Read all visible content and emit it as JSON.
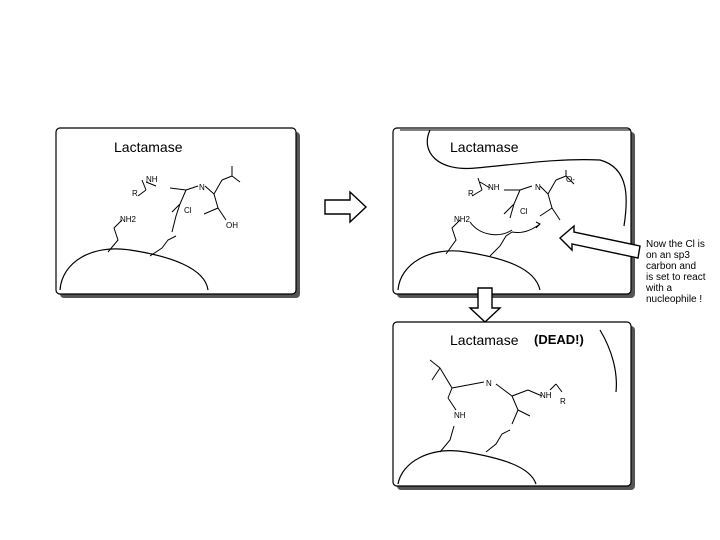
{
  "panels": {
    "top_left": {
      "title": "Lactamase",
      "atoms": {
        "r": "R",
        "nh": "NH",
        "n": "N",
        "nh2": "NH2",
        "cl": "Cl",
        "oh": "OH"
      }
    },
    "top_right": {
      "title": "Lactamase",
      "atoms": {
        "r": "R",
        "nh": "NH",
        "n": "N",
        "nh2": "NH2",
        "cl": "Cl",
        "o_minus": "O-"
      }
    },
    "bottom": {
      "title": "Lactamase",
      "status": "(DEAD!)",
      "atoms": {
        "r": "R",
        "nh": "NH",
        "n": "N",
        "nh_ring": "NH"
      }
    }
  },
  "annotation": {
    "lines": [
      "Now the Cl is",
      "on an sp3",
      "carbon and",
      "is set to react",
      "with a",
      "nucleophile !"
    ]
  }
}
